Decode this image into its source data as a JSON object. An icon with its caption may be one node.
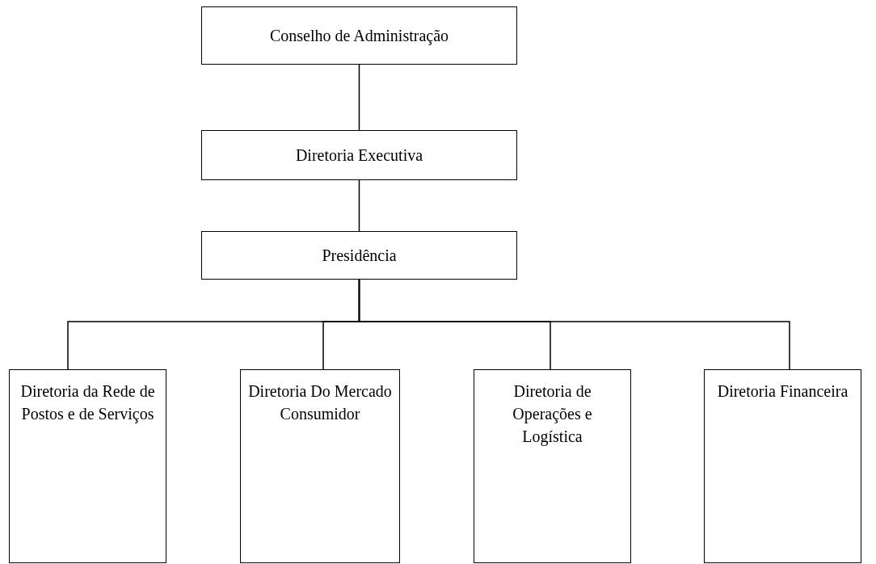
{
  "diagram": {
    "nodes": [
      {
        "text": [
          "Conselho de Administração"
        ]
      },
      {
        "text": [
          "Diretoria Executiva"
        ]
      },
      {
        "text": [
          "Presidência"
        ]
      },
      {
        "text": [
          "Diretoria da Rede de Postos e de Serviços"
        ]
      },
      {
        "text": [
          "Diretoria Do Mercado Consumidor"
        ]
      },
      {
        "text": [
          "Diretoria de Operações e Logística"
        ]
      },
      {
        "text": [
          "Diretoria Financeira"
        ]
      }
    ],
    "edges": [
      {
        "from": 0,
        "to": 1,
        "arrow": "none"
      },
      {
        "from": 1,
        "to": 2,
        "arrow": "none"
      },
      {
        "from": 2,
        "to": 3,
        "arrow": "none"
      },
      {
        "from": 2,
        "to": 4,
        "arrow": "none"
      },
      {
        "from": 2,
        "to": 5,
        "arrow": "none"
      },
      {
        "from": 2,
        "to": 6,
        "arrow": "none"
      }
    ]
  }
}
